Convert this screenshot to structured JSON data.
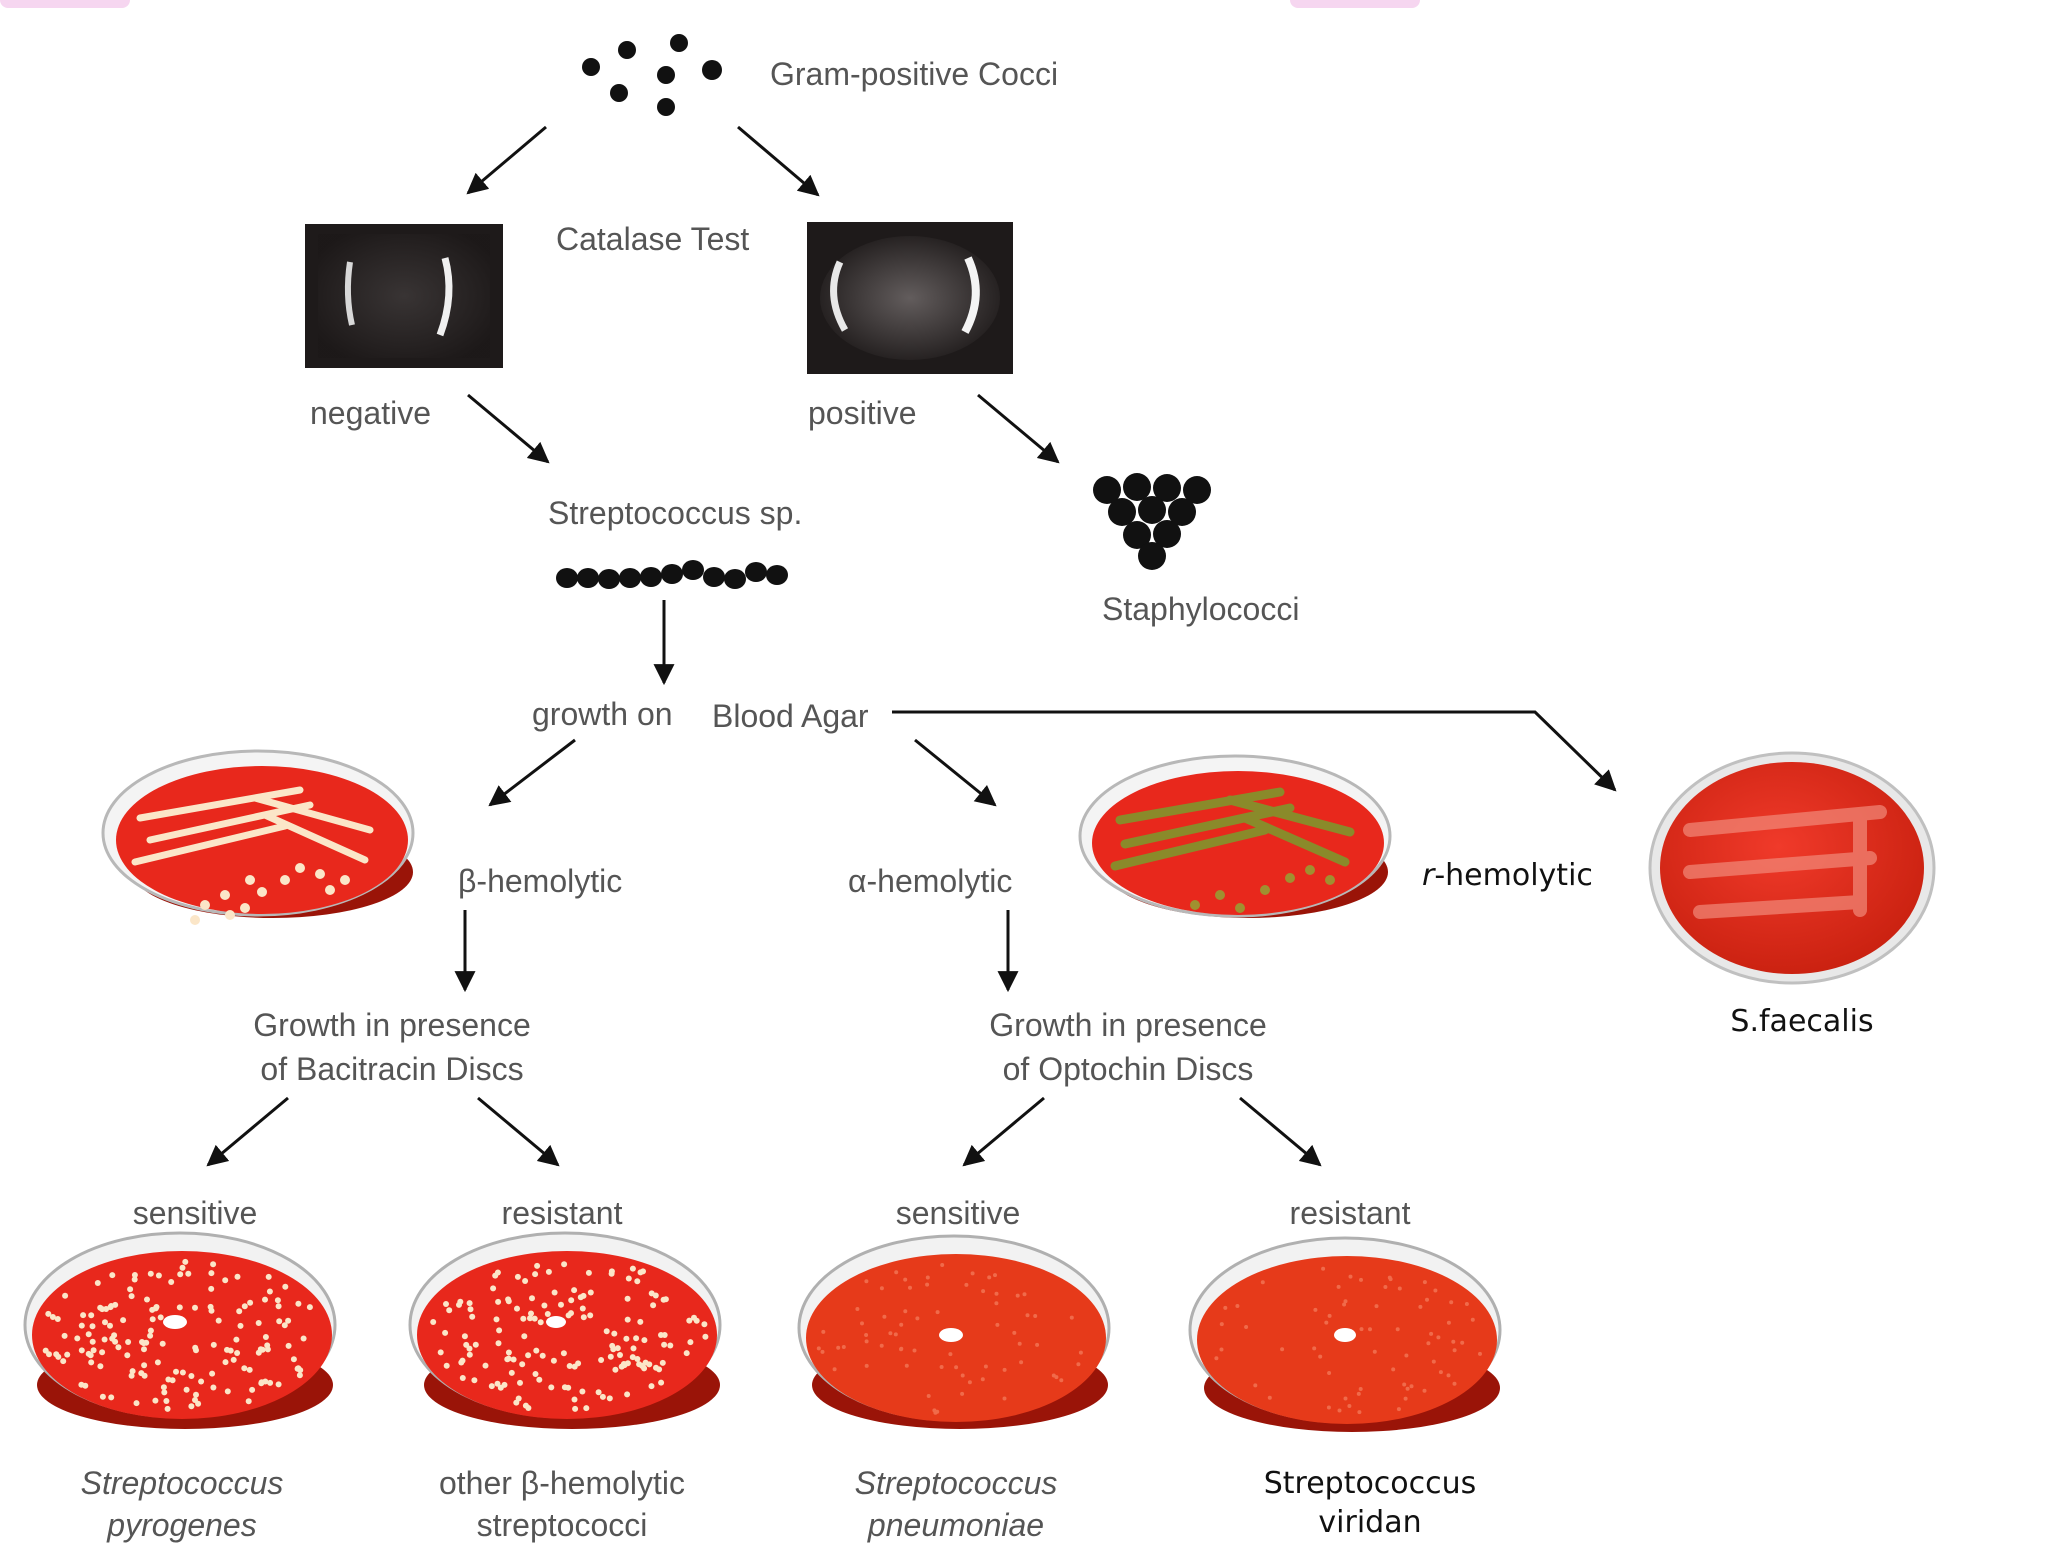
{
  "nodes": {
    "gram_positive_cocci": "Gram-positive Cocci",
    "catalase_test": "Catalase Test",
    "negative": "negative",
    "positive": "positive",
    "streptococcus_sp": "Streptococcus sp.",
    "staphylococci": "Staphylococci",
    "growth_on": "growth on",
    "blood_agar": "Blood Agar",
    "beta_hemolytic": "β-hemolytic",
    "alpha_hemolytic": "α-hemolytic",
    "gamma_hemolytic_symbol": "r",
    "gamma_hemolytic_text": "-hemolytic",
    "bacitracin_line1": "Growth in presence",
    "bacitracin_line2": "of Bacitracin Discs",
    "optochin_line1": "Growth in presence",
    "optochin_line2": "of Optochin Discs",
    "s_faecalis": "S.faecalis",
    "bac_sensitive": "sensitive",
    "bac_resistant": "resistant",
    "opt_sensitive": "sensitive",
    "opt_resistant": "resistant",
    "pyogenes_line1": "Streptococcus",
    "pyogenes_line2": "pyrogenes",
    "other_beta_line1": "other β-hemolytic",
    "other_beta_line2": "streptococci",
    "pneumoniae_line1": "Streptococcus",
    "pneumoniae_line2": "pneumoniae",
    "viridan_line1": "Streptococcus",
    "viridan_line2": "viridan"
  },
  "colors": {
    "agar_red": "#e8281c",
    "agar_dark": "#b81a10",
    "alpha_green": "#8a8a2a",
    "colony_cream": "#fbe6c8",
    "slide_dark": "#1e1a1a",
    "arrow": "#111111",
    "text": "#555555",
    "corner_pink": "#f6d6f0"
  }
}
